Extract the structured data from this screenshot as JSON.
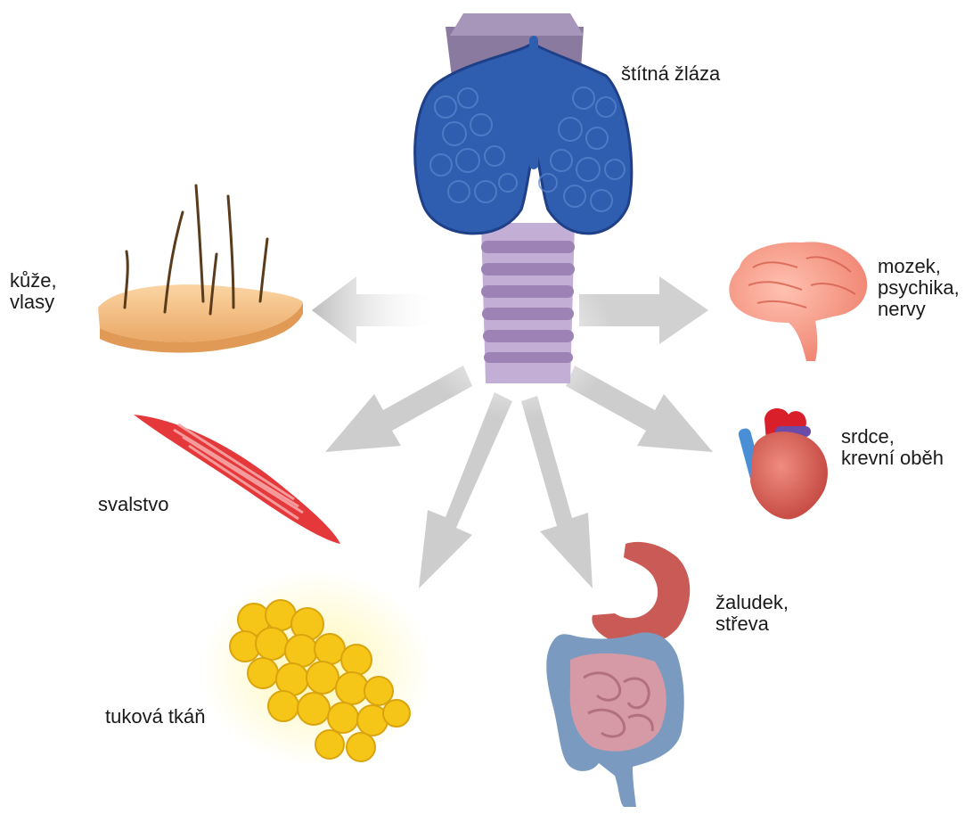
{
  "labels": {
    "thyroid": "štítná žláza",
    "skin": "kůže,\nvlasy",
    "brain": "mozek,\npsychika,\nnervy",
    "heart": "srdce,\nkrevní oběh",
    "muscle": "svalstvo",
    "gut": "žaludek,\nstřeva",
    "fat": "tuková tkáň"
  },
  "colors": {
    "thyroid": "#2f5db0",
    "trachea": "#b39bc8",
    "arrow": "#c8c8c8",
    "skin": "#f7c48e",
    "hair": "#5a3b1c",
    "muscle": "#e5383b",
    "fat": "#f5c518",
    "brain": "#f39583",
    "heart": "#d9534a",
    "stomach": "#c95a55",
    "colon": "#7a9bbf"
  }
}
